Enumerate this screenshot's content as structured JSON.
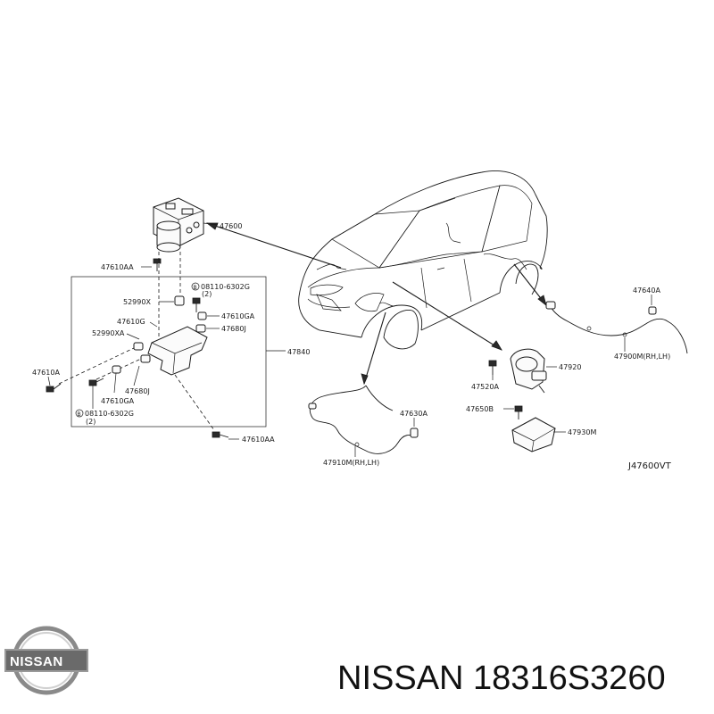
{
  "diagram": {
    "code": "J47600VT",
    "labels": {
      "p47600": "47600",
      "p47610AA_top": "47610AA",
      "p08110_top": "08110-6302G",
      "qty_top": "(2)",
      "p52990X": "52990X",
      "p47610GA_right": "47610GA",
      "p47610G": "47610G",
      "p47680J_right": "47680J",
      "p52990XA": "52990XA",
      "p47840": "47840",
      "p47610A": "47610A",
      "p47610GA_left": "47610GA",
      "p47680J_left": "47680J",
      "p08110_bottom": "08110-6302G",
      "qty_bottom": "(2)",
      "p47610AA_bottom": "47610AA",
      "p47640A": "47640A",
      "p47900M": "47900M(RH,LH)",
      "p47920": "47920",
      "p47520A": "47520A",
      "p47650B": "47650B",
      "p47930M": "47930M",
      "p47630A": "47630A",
      "p47910M": "47910M(RH,LH)"
    }
  },
  "brand": {
    "logo_text": "NISSAN",
    "caption": "NISSAN 18316S3260"
  }
}
